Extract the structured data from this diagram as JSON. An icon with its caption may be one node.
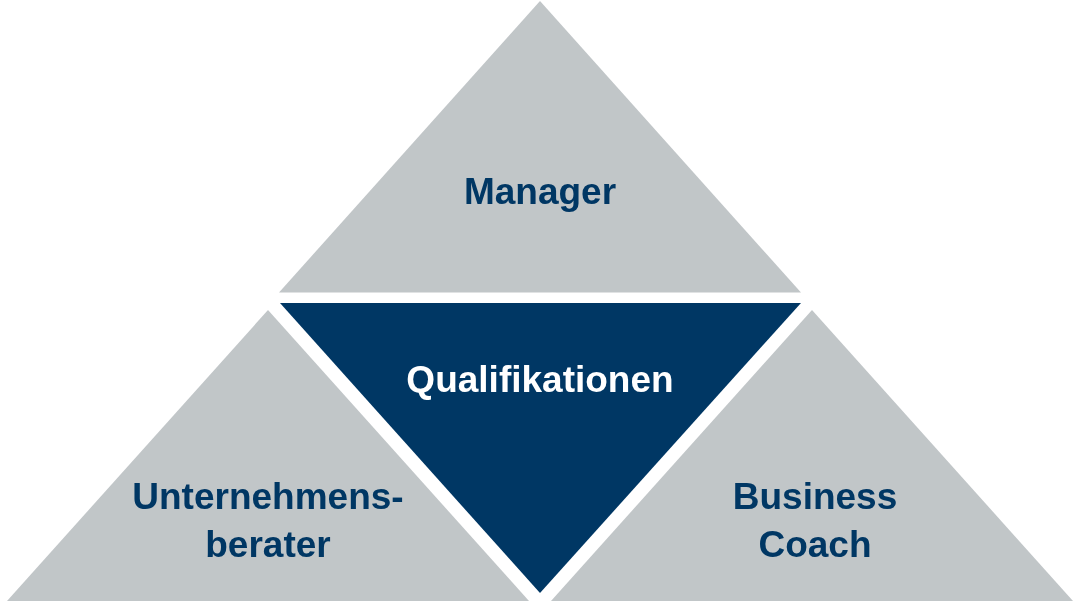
{
  "diagram": {
    "nodes": [
      {
        "text": [
          "Manager"
        ]
      },
      {
        "text": [
          "Qualifikationen"
        ]
      },
      {
        "text": [
          "Unternehmens- berater"
        ]
      },
      {
        "text": [
          "Business Coach"
        ]
      }
    ]
  }
}
